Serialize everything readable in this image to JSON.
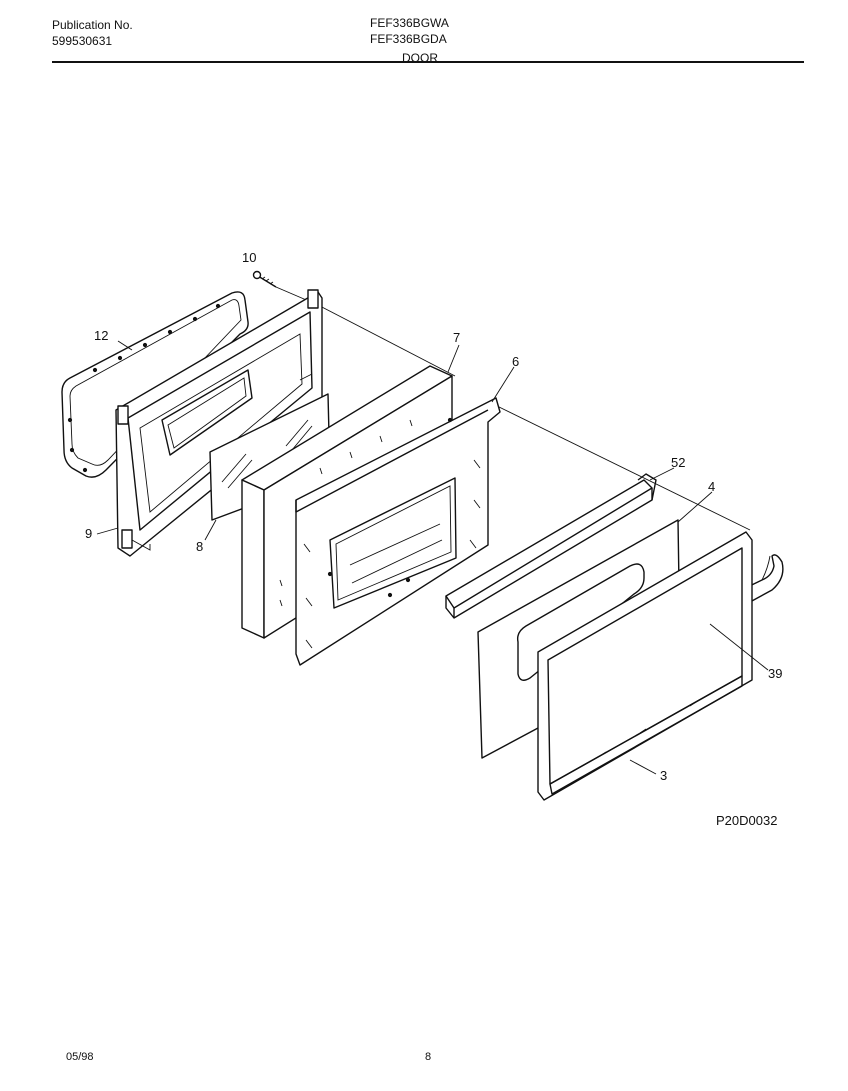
{
  "header": {
    "publication_label": "Publication No.",
    "publication_number": "599530631",
    "model_1": "FEF336BGWA",
    "model_2": "FEF336BGDA",
    "section_title": "DOOR"
  },
  "callouts": {
    "c10": "10",
    "c12": "12",
    "c7": "7",
    "c6": "6",
    "c52": "52",
    "c4": "4",
    "c39": "39",
    "c9": "9",
    "c8": "8",
    "c3": "3"
  },
  "diagram_code": "P20D0032",
  "footer": {
    "date": "05/98",
    "page": "8"
  }
}
